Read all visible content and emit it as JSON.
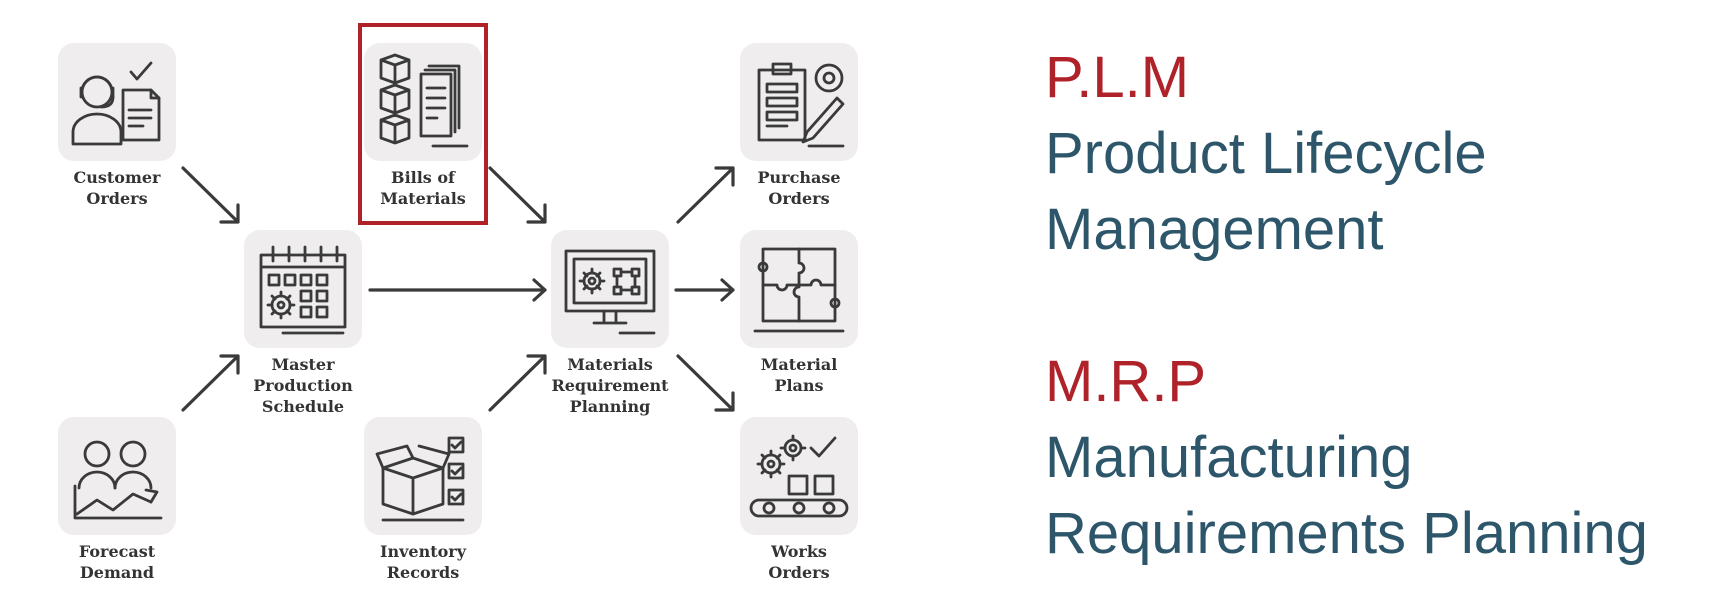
{
  "nodes": {
    "customer_orders": {
      "line1": "Customer",
      "line2": "Orders",
      "icon": "customer-headset-icon"
    },
    "bills_of_materials": {
      "line1": "Bills of",
      "line2": "Materials",
      "icon": "boxes-documents-icon"
    },
    "purchase_orders": {
      "line1": "Purchase",
      "line2": "Orders",
      "icon": "clipboard-pen-icon"
    },
    "master_production_schedule": {
      "line1": "Master",
      "line2": "Production",
      "line3": "Schedule",
      "icon": "calendar-gear-icon"
    },
    "materials_requirement_planning": {
      "line1": "Materials",
      "line2": "Requirement",
      "line3": "Planning",
      "icon": "monitor-gear-icon"
    },
    "material_plans": {
      "line1": "Material",
      "line2": "Plans",
      "icon": "puzzle-icon"
    },
    "forecast_demand": {
      "line1": "Forecast",
      "line2": "Demand",
      "icon": "people-trend-icon"
    },
    "inventory_records": {
      "line1": "Inventory",
      "line2": "Records",
      "icon": "open-box-checklist-icon"
    },
    "works_orders": {
      "line1": "Works",
      "line2": "Orders",
      "icon": "gears-conveyor-icon"
    }
  },
  "highlighted_node": "bills_of_materials",
  "highlight_color": "#b0222a",
  "legend": {
    "plm": {
      "acronym": "P.L.M",
      "line1": "Product Lifecycle",
      "line2": "Management"
    },
    "mrp": {
      "acronym": "M.R.P",
      "line1": "Manufacturing",
      "line2": "Requirements Planning"
    }
  },
  "colors": {
    "acronym": "#b0222a",
    "full_name": "#2d566b",
    "tile": "#efedee",
    "stroke": "#3a3a3a"
  }
}
